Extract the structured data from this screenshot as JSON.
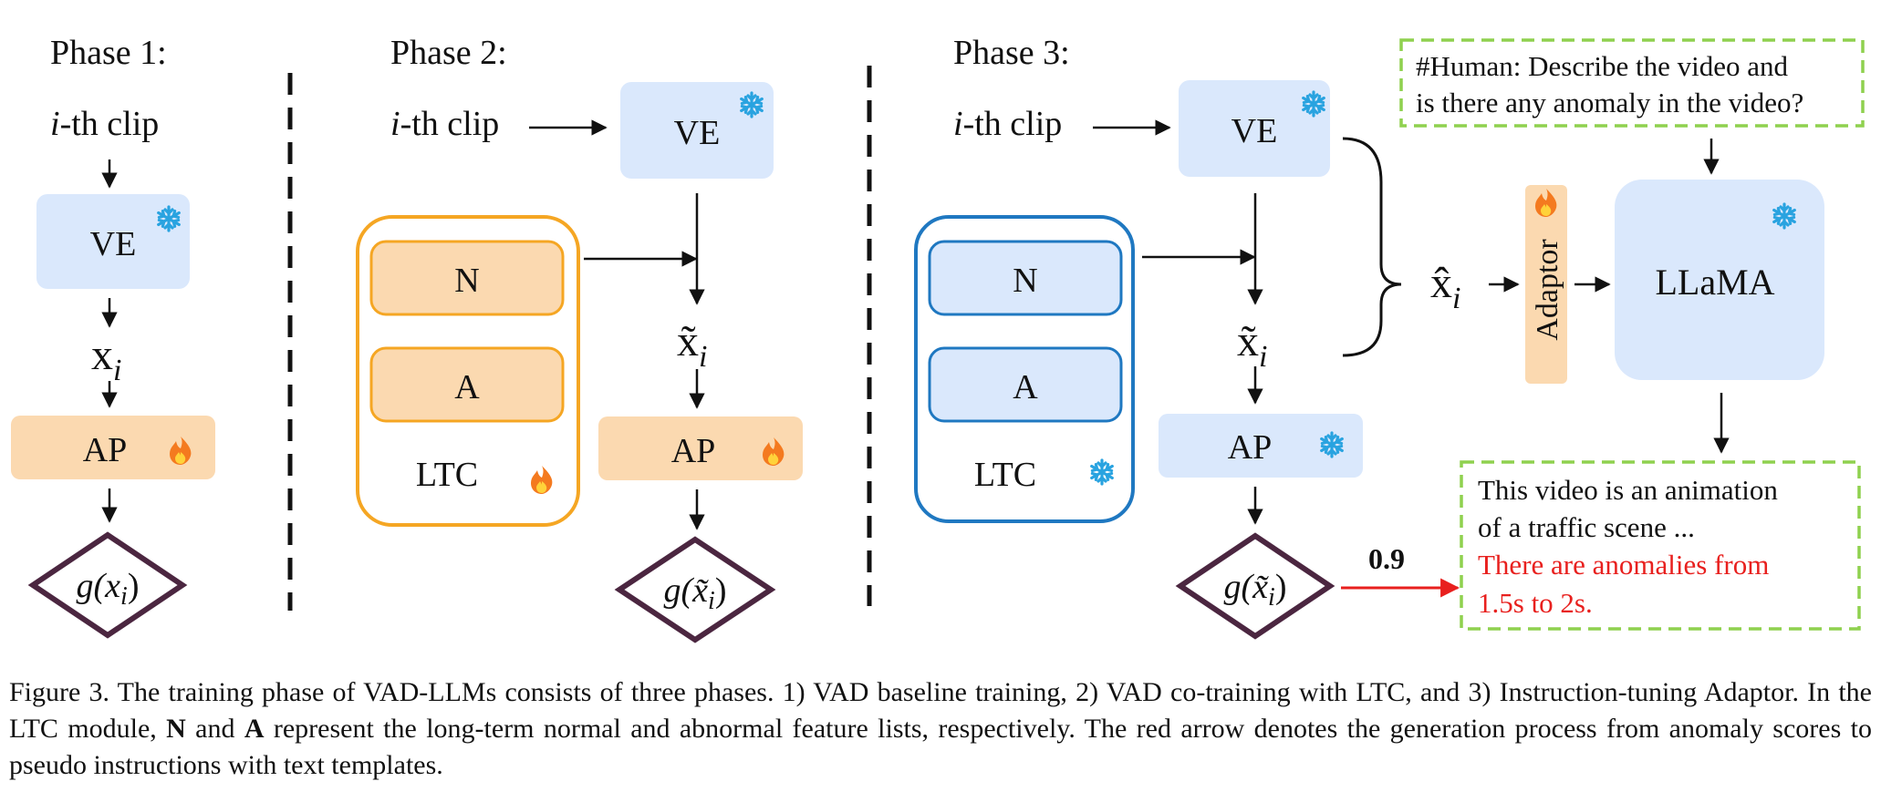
{
  "phases": {
    "p1": {
      "title": "Phase 1:",
      "clip_label": "-th clip",
      "clip_italic": "i",
      "ve": "VE",
      "feature": "x",
      "feature_sub": "i",
      "ap": "AP",
      "gate": "g(x",
      "gate_sub": "i",
      "gate_close": ")"
    },
    "p2": {
      "title": "Phase 2:",
      "clip_label": "-th clip",
      "clip_italic": "i",
      "ve": "VE",
      "normal": "N",
      "abnormal": "A",
      "ltc": "LTC",
      "feature": "x̃",
      "feature_sub": "i",
      "ap": "AP",
      "gate": "g(x̃",
      "gate_sub": "i",
      "gate_close": ")"
    },
    "p3": {
      "title": "Phase 3:",
      "clip_label": "-th clip",
      "clip_italic": "i",
      "ve": "VE",
      "normal": "N",
      "abnormal": "A",
      "ltc": "LTC",
      "feature": "x̃",
      "feature_sub": "i",
      "fused": "x̂",
      "fused_sub": "i",
      "ap": "AP",
      "gate": "g(x̃",
      "gate_sub": "i",
      "gate_close": ")",
      "adaptor": "Adaptor",
      "llm": "LLaMA",
      "score": "0.9",
      "human_line1": "#Human: Describe the video and",
      "human_line2": "is there any anomaly in the video?",
      "out_line1": "This video is an animation",
      "out_line2": "of a traffic scene ...",
      "out_line3": "There are anomalies from",
      "out_line4": "1.5s to 2s."
    }
  },
  "colors": {
    "frozen_fill": "#dae8fc",
    "train_fill": "#fbd9b0",
    "ltc_orange": "#f5a623",
    "ltc_blue": "#1f78c1",
    "diamond": "#4b2640",
    "dash_green": "#8fd14f",
    "red": "#e8201e",
    "snow": "#29a3e0"
  },
  "icons": {
    "frozen": "snowflake-icon",
    "trainable": "fire-icon"
  },
  "caption": {
    "fig": "Figure 3.",
    "part1": "The training phase of VAD-LLMs consists of three phases.  1) VAD baseline training, 2) VAD co-training with LTC, and 3) Instruction-tuning Adaptor. In the LTC module, ",
    "n": "N",
    "and": " and ",
    "a": "A",
    "part2": " represent the long-term normal and abnormal feature lists, respectively. The red arrow denotes the generation process from anomaly scores to pseudo instructions with text templates."
  }
}
